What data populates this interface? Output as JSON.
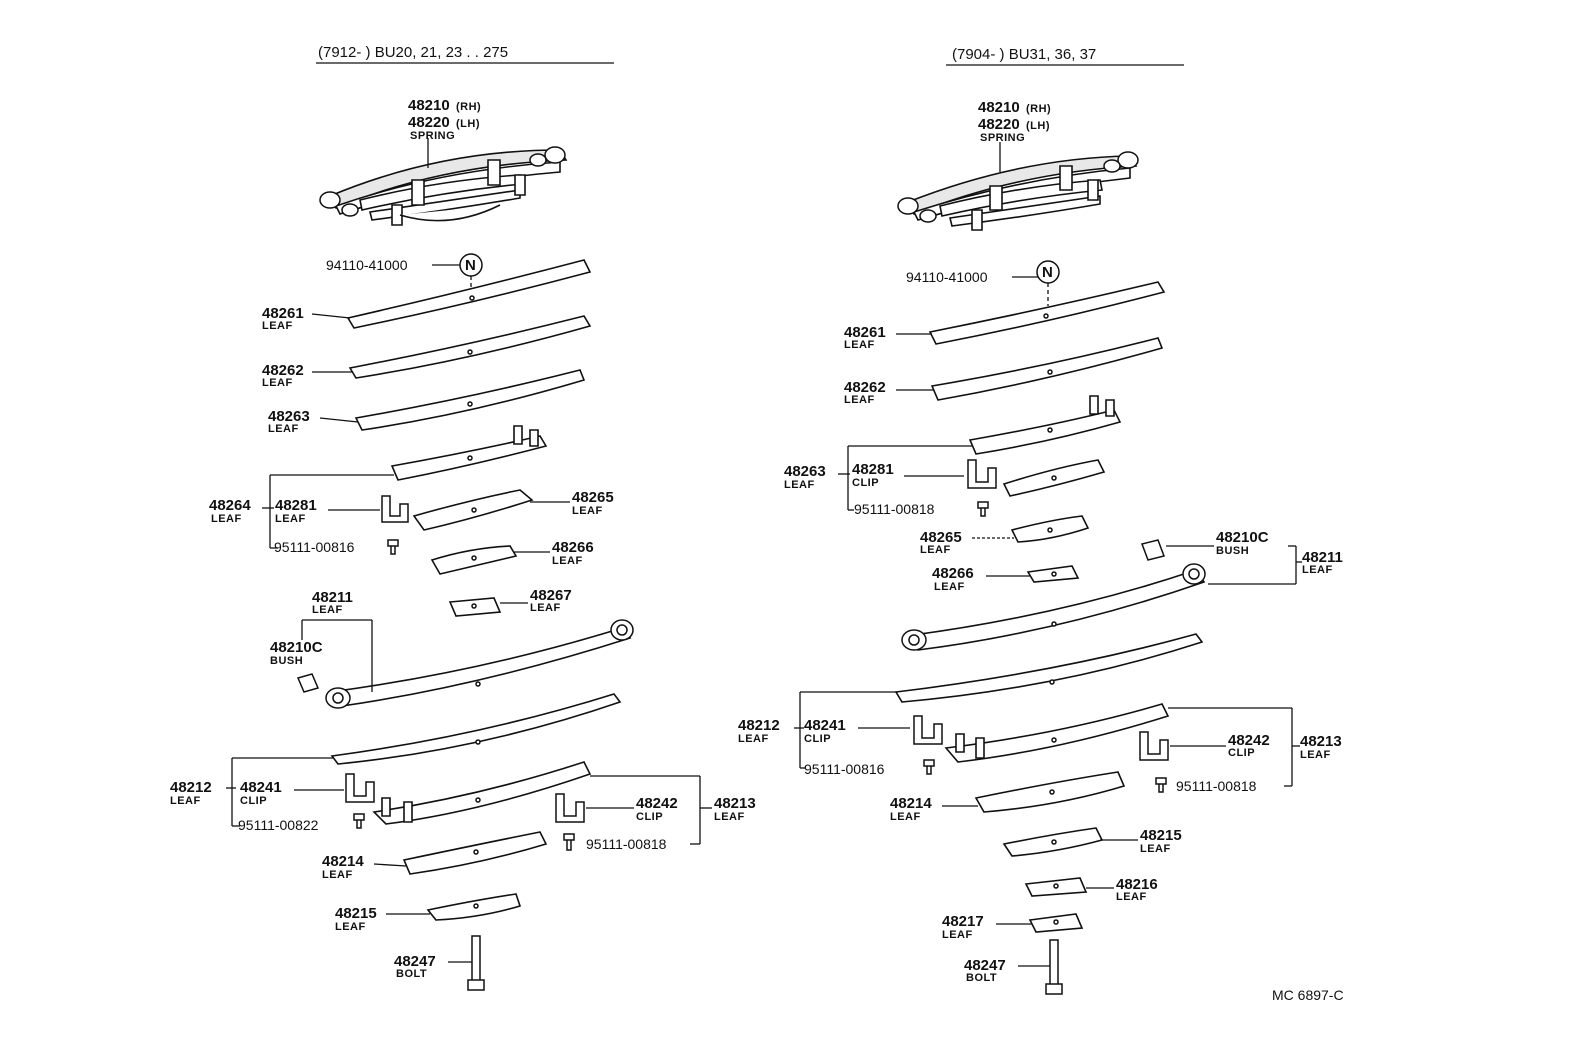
{
  "titles": {
    "left": "(7912-      ) BU20, 21, 23 . . 275",
    "right": "(7904-      ) BU31, 36, 37"
  },
  "reference": "MC 6897-C",
  "left": {
    "spring_rh": "48210",
    "spring_rh_side": "(RH)",
    "spring_lh": "48220",
    "spring_lh_side": "(LH)",
    "spring_label": "SPRING",
    "nut_pn": "94110-41000",
    "nut_symbol": "N",
    "p48261": "48261",
    "p48262": "48262",
    "p48263": "48263",
    "p48264": "48264",
    "p48281": "48281",
    "p48265": "48265",
    "p95111_00816": "95111-00816",
    "p48266": "48266",
    "p48267": "48267",
    "p48211": "48211",
    "p48210c": "48210C",
    "p48212": "48212",
    "p48241": "48241",
    "p95111_00822": "95111-00822",
    "p48242": "48242",
    "p48213": "48213",
    "p95111_00818": "95111-00818",
    "p48214": "48214",
    "p48215": "48215",
    "p48247": "48247",
    "leaf": "LEAF",
    "clip": "CLIP",
    "bush": "BUSH",
    "bolt": "BOLT"
  },
  "right": {
    "spring_rh": "48210",
    "spring_rh_side": "(RH)",
    "spring_lh": "48220",
    "spring_lh_side": "(LH)",
    "spring_label": "SPRING",
    "nut_pn": "94110-41000",
    "nut_symbol": "N",
    "p48261": "48261",
    "p48262": "48262",
    "p48263": "48263",
    "p48281": "48281",
    "p95111_00818a": "95111-00818",
    "p48265": "48265",
    "p48266": "48266",
    "p48210c": "48210C",
    "p48211": "48211",
    "p48212": "48212",
    "p48241": "48241",
    "p95111_00816": "95111-00816",
    "p48242": "48242",
    "p48213": "48213",
    "p95111_00818b": "95111-00818",
    "p48214": "48214",
    "p48215": "48215",
    "p48216": "48216",
    "p48217": "48217",
    "p48247": "48247",
    "leaf": "LEAF",
    "clip": "CLIP",
    "bush": "BUSH",
    "bolt": "BOLT"
  }
}
